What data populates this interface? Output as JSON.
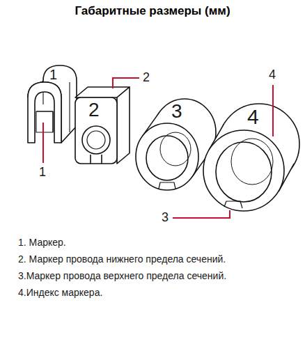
{
  "diagram": {
    "title": "Габаритные размеры (мм)",
    "labels": [
      "1",
      "2",
      "3",
      "4",
      "2",
      "4",
      "1",
      "3",
      "1. Маркер.",
      "2. Маркер провода нижнего предела сечений.",
      "3.Маркер провода верхнего предела сечений.",
      "4.Индекс маркера."
    ]
  }
}
